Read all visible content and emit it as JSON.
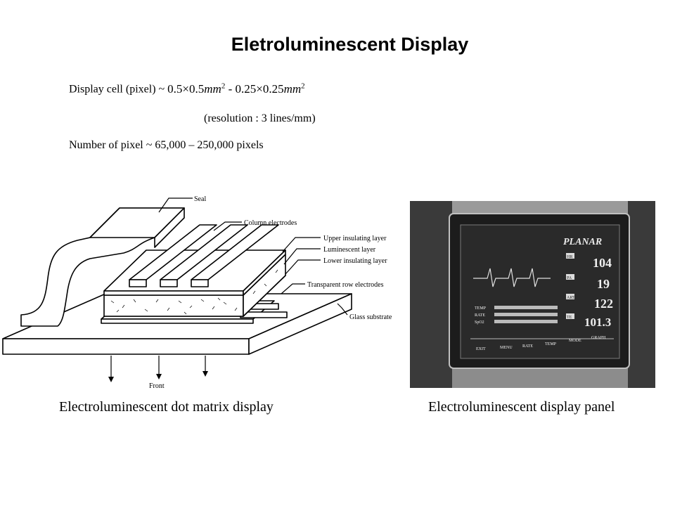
{
  "slide": {
    "title": "Eletroluminescent Display",
    "line1_prefix": "Display cell (pixel) ~",
    "line1_formula": {
      "a1": "0.5",
      "times1": "×",
      "a2": "0.5",
      "unit1": "mm",
      "exp1": "2",
      "dash": " - ",
      "b1": "0.25",
      "times2": "×",
      "b2": "0.25",
      "unit2": "mm",
      "exp2": "2"
    },
    "line2": "(resolution : 3 lines/mm)",
    "line3": "Number of pixel ~ 65,000 – 250,000 pixels",
    "caption_left": "Electroluminescent dot matrix display",
    "caption_right": "Electroluminescent display panel"
  },
  "diagram": {
    "labels": {
      "seal": "Seal",
      "column": "Column electrodes",
      "upper": "Upper insulating layer",
      "lum": "Luminescent layer",
      "lower": "Lower insulating layer",
      "row": "Transparent row electrodes",
      "glass": "Glass substrate",
      "front": "Front"
    }
  },
  "panel": {
    "brand": "PLANAR",
    "readings": [
      {
        "tag": "HR",
        "value": "104"
      },
      {
        "tag": "PA",
        "value": "19"
      },
      {
        "tag": "ART",
        "value": "122"
      },
      {
        "tag": "TE",
        "value": "101.3"
      }
    ],
    "params": [
      "TEMP",
      "RATE",
      "SpO2"
    ],
    "softkeys": [
      "EXIT",
      "MENU",
      "RATE",
      "TEMP",
      "MODE",
      "GRAPH"
    ]
  }
}
